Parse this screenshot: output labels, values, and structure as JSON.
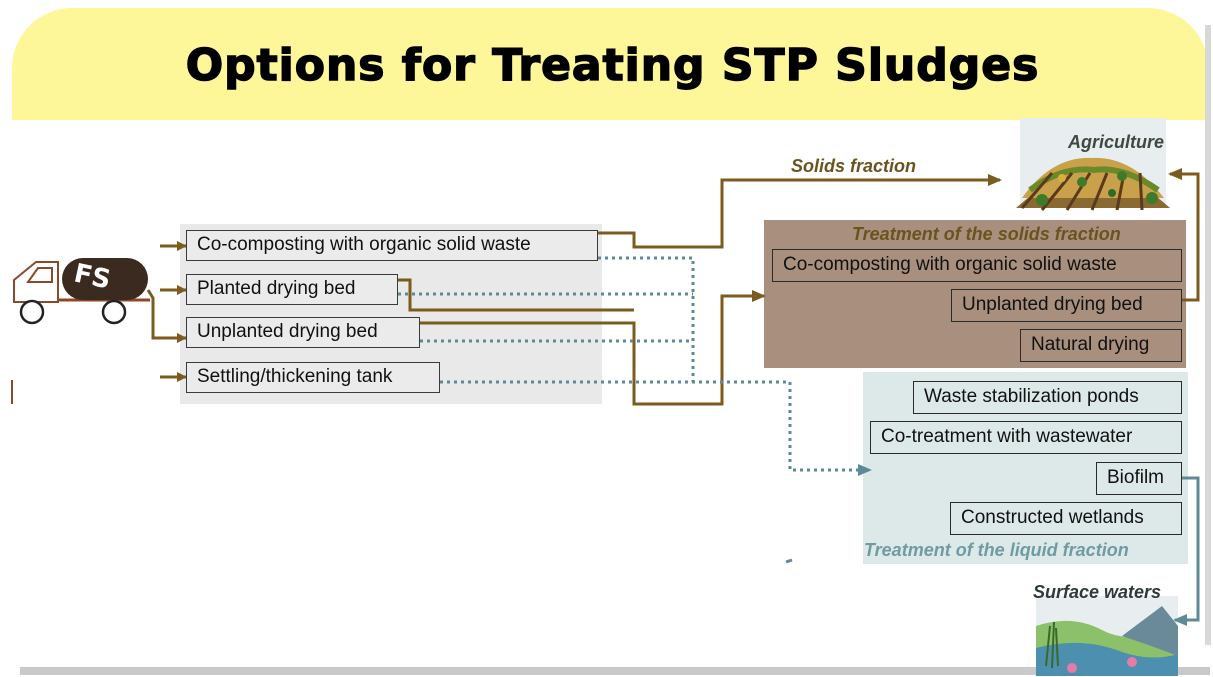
{
  "title": "Options for Treating STP Sludges",
  "truck_label": "FS",
  "input_options": [
    "Co-composting with organic solid waste",
    "Planted drying bed",
    "Unplanted drying bed",
    "Settling/thickening tank"
  ],
  "solids_fraction_label": "Solids fraction",
  "agriculture_label": "Agriculture",
  "solids_treatment": {
    "title": "Treatment of the solids fraction",
    "items": [
      "Co-composting with organic solid waste",
      "Unplanted drying bed",
      "Natural drying"
    ]
  },
  "liquid_treatment": {
    "title": "Treatment of the liquid fraction",
    "items": [
      "Waste stabilization ponds",
      "Co-treatment with wastewater",
      "Biofilm",
      "Constructed wetlands"
    ]
  },
  "surface_waters_label": "Surface waters",
  "colors": {
    "title_band": "#fdf79a",
    "solid_line": "#7a5c1e",
    "liquid_line": "#5e8a95",
    "solids_panel": "#a88f7e",
    "liquid_panel": "#dde9e9",
    "solids_title": "#6b5320",
    "liquid_title": "#6f9ba3"
  }
}
